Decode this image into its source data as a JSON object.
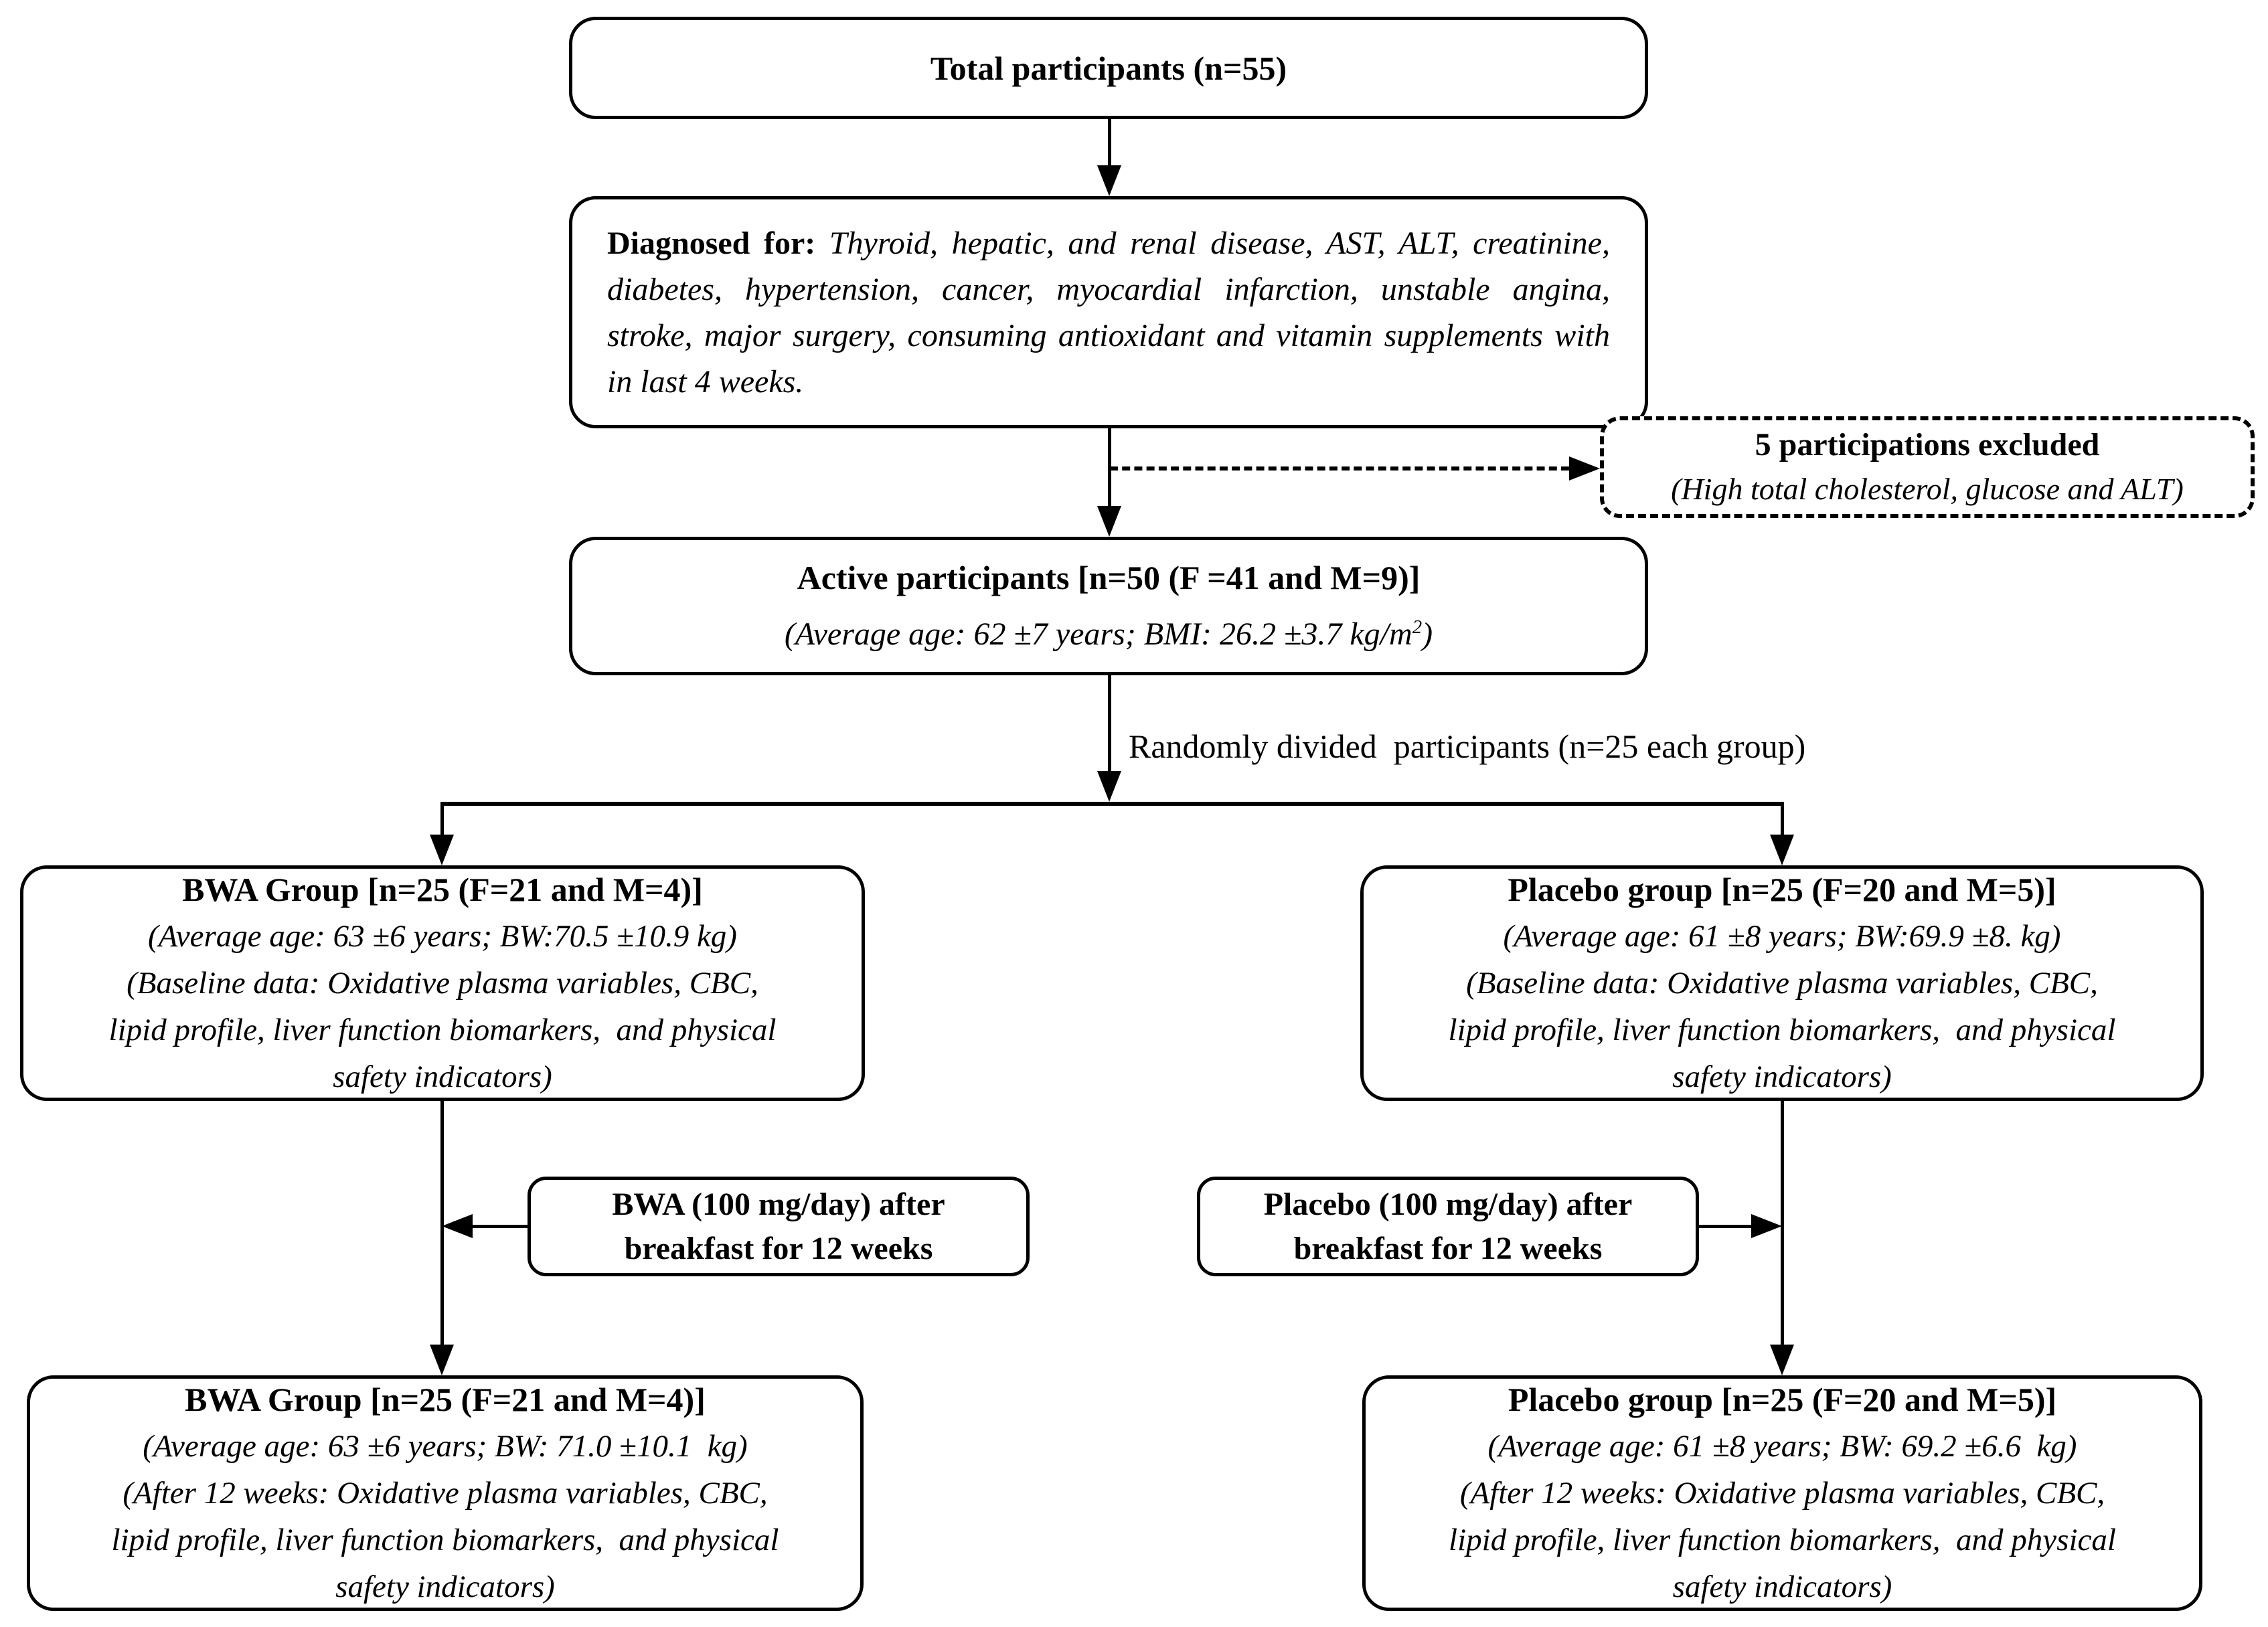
{
  "colors": {
    "ink": "#000000",
    "paper": "#ffffff"
  },
  "nodes": {
    "total": {
      "title": "Total participants (n=55)"
    },
    "diagnosed": {
      "lead": "Diagnosed for:",
      "body": " Thyroid, hepatic, and renal disease, AST, ALT, creatinine, diabetes, hypertension, cancer, myocardial infarction, unstable angina, stroke, major surgery, consuming antioxidant and vitamin supplements with in last 4 weeks."
    },
    "excluded": {
      "title": "5 participations excluded",
      "subtitle": "(High total cholesterol, glucose and ALT)"
    },
    "active": {
      "title": "Active participants [n=50 (F =41 and M=9)]",
      "sub_pre": "(Average age: 62 ±7 years; BMI: 26.2 ±3.7 kg/m",
      "sub_sup": "2",
      "sub_post": ")"
    },
    "random_label": "Randomly divided  participants (n=25 each group)",
    "bwa_baseline": {
      "title": "BWA Group [n=25 (F=21 and M=4)]",
      "line2": "(Average age: 63 ±6 years; BW:70.5 ±10.9 kg)",
      "line3": "(Baseline data: Oxidative plasma variables, CBC,",
      "line4": "lipid profile, liver function biomarkers,  and physical",
      "line5": "safety indicators)"
    },
    "placebo_baseline": {
      "title": "Placebo group [n=25 (F=20 and M=5)]",
      "line2": "(Average age: 61 ±8 years; BW:69.9 ±8. kg)",
      "line3": "(Baseline data: Oxidative plasma variables, CBC,",
      "line4": "lipid profile, liver function biomarkers,  and physical",
      "line5": "safety indicators)"
    },
    "bwa_treatment": {
      "line1": "BWA (100 mg/day) after",
      "line2": "breakfast for 12 weeks"
    },
    "placebo_treatment": {
      "line1": "Placebo (100 mg/day) after",
      "line2": "breakfast for 12 weeks"
    },
    "bwa_after": {
      "title": "BWA Group [n=25 (F=21 and M=4)]",
      "line2": "(Average age: 63 ±6 years; BW: 71.0 ±10.1  kg)",
      "line3": "(After 12 weeks: Oxidative plasma variables, CBC,",
      "line4": "lipid profile, liver function biomarkers,  and physical",
      "line5": "safety indicators)"
    },
    "placebo_after": {
      "title": "Placebo group [n=25 (F=20 and M=5)]",
      "line2": "(Average age: 61 ±8 years; BW: 69.2 ±6.6  kg)",
      "line3": "(After 12 weeks: Oxidative plasma variables, CBC,",
      "line4": "lipid profile, liver function biomarkers,  and physical",
      "line5": "safety indicators)"
    }
  }
}
